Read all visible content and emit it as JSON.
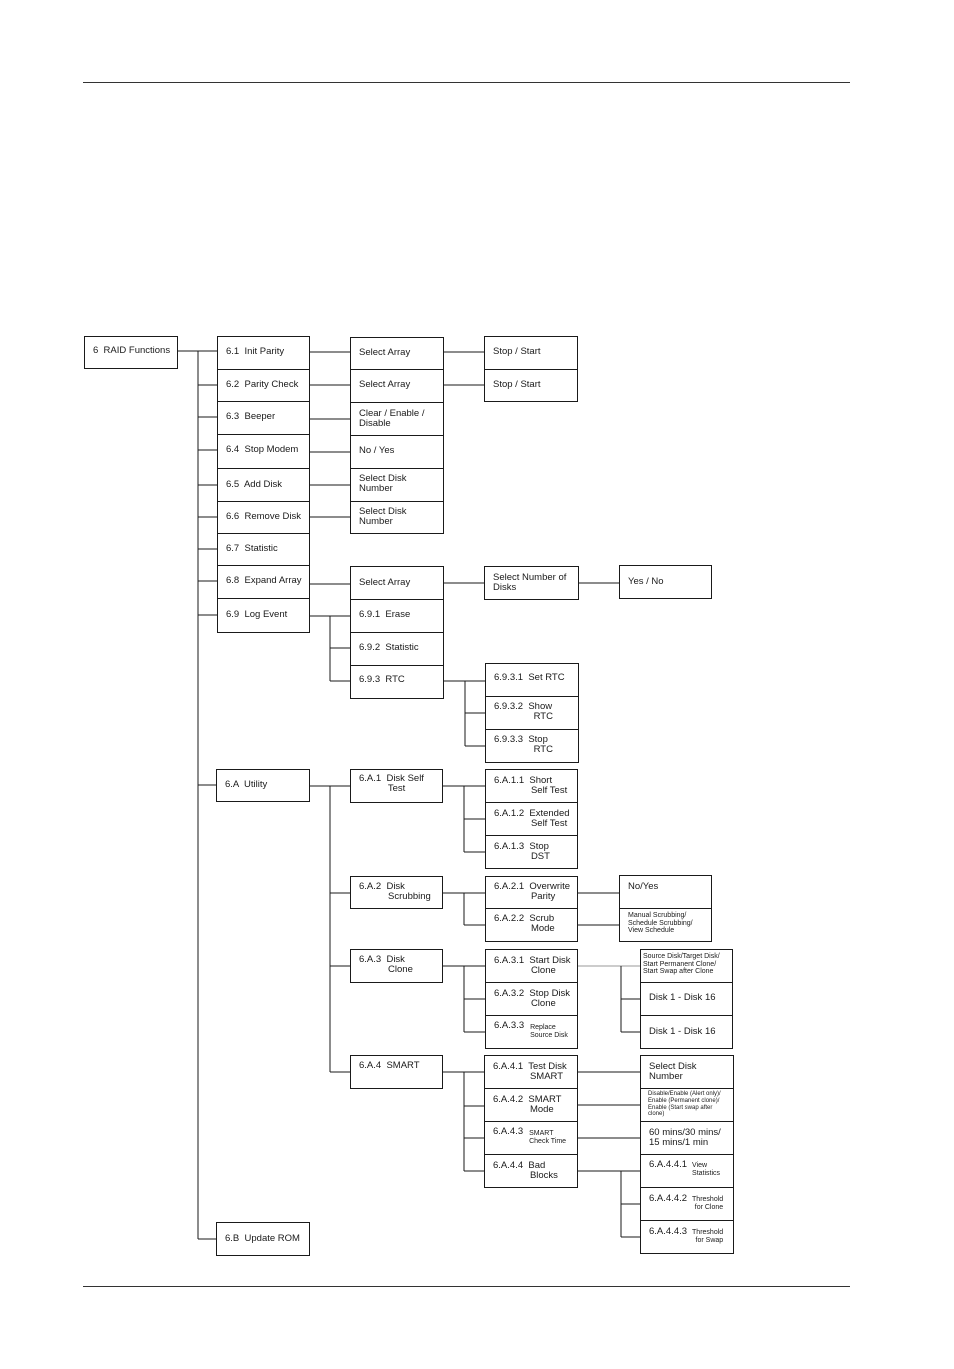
{
  "nodes": {
    "root": "6  RAID Functions",
    "n61": "6.1  Init Parity",
    "n62": "6.2  Parity Check",
    "n63": "6.3  Beeper",
    "n64": "6.4  Stop Modem",
    "n65": "6.5  Add Disk",
    "n66": "6.6  Remove Disk",
    "n67": "6.7  Statistic",
    "n68": "6.8  Expand Array",
    "n69": "6.9  Log Event",
    "n6A": "6.A  Utility",
    "n6B": "6.B  Update ROM",
    "sel_array_1": "Select Array",
    "sel_array_2": "Select Array",
    "clear_enable_l1": "Clear / Enable /",
    "clear_enable_l2": "Disable",
    "no_yes": "No / Yes",
    "sel_disk_1_l1": "Select Disk",
    "sel_disk_1_l2": "Number",
    "sel_disk_2_l1": "Select Disk",
    "sel_disk_2_l2": "Number",
    "stop_start_1": "Stop / Start",
    "stop_start_2": "Stop / Start",
    "sel_array_3": "Select Array",
    "sel_num_disks_l1": "Select Number of",
    "sel_num_disks_l2": "Disks",
    "yes_no": "Yes / No",
    "n691": "6.9.1  Erase",
    "n692": "6.9.2  Statistic",
    "n693": "6.9.3  RTC",
    "n6931": "6.9.3.1  Set RTC",
    "n6932_l1": "6.9.3.2  Show",
    "n6932_l2": "               RTC",
    "n6933_l1": "6.9.3.3  Stop",
    "n6933_l2": "               RTC",
    "n6A1_l1": "6.A.1  Disk Self",
    "n6A1_l2": "           Test",
    "n6A11_l1": "6.A.1.1  Short",
    "n6A11_l2": "              Self Test",
    "n6A12_l1": "6.A.1.2  Extended",
    "n6A12_l2": "              Self Test",
    "n6A13_l1": "6.A.1.3  Stop",
    "n6A13_l2": "              DST",
    "n6A2_l1": "6.A.2  Disk",
    "n6A2_l2": "           Scrubbing",
    "n6A21_l1": "6.A.2.1  Overwrite",
    "n6A21_l2": "              Parity",
    "n6A22_l1": "6.A.2.2  Scrub",
    "n6A22_l2": "              Mode",
    "no_yes_2": "No/Yes",
    "scrub_opts_l1": "Manual Scrubbing/",
    "scrub_opts_l2": "Schedule Scrubbing/",
    "scrub_opts_l3": "View Schedule",
    "n6A3_l1": "6.A.3  Disk",
    "n6A3_l2": "           Clone",
    "n6A31_l1": "6.A.3.1  Start Disk",
    "n6A31_l2": "              Clone",
    "n6A32_l1": "6.A.3.2  Stop Disk",
    "n6A32_l2": "              Clone",
    "n6A33_main": "6.A.3.3",
    "n6A33_sub_l1": "Replace",
    "n6A33_sub_l2": "Source Disk",
    "clone_opts_l1": "Source Disk/Target Disk/",
    "clone_opts_l2": "Start Permanent Clone/",
    "clone_opts_l3": "Start Swap after Clone",
    "disk_range_1": "Disk 1 - Disk 16",
    "disk_range_2": "Disk 1 - Disk 16",
    "n6A4": "6.A.4  SMART",
    "n6A41_l1": "6.A.4.1  Test Disk",
    "n6A41_l2": "              SMART",
    "n6A42_l1": "6.A.4.2  SMART",
    "n6A42_l2": "              Mode",
    "n6A43_main": "6.A.4.3",
    "n6A43_sub_l1": "SMART",
    "n6A43_sub_l2": "Check Time",
    "n6A44_l1": "6.A.4.4  Bad",
    "n6A44_l2": "              Blocks",
    "smart_sel_disk_l1": "Select Disk",
    "smart_sel_disk_l2": "Number",
    "smart_mode_l1": "Disable/Enable (Alert only)/",
    "smart_mode_l2": "Enable (Permanent clone)/",
    "smart_mode_l3": "Enable (Start swap after",
    "smart_mode_l4": "clone)",
    "check_time_l1": "60 mins/30 mins/",
    "check_time_l2": "15 mins/1 min",
    "n6A441_main": "6.A.4.4.1",
    "n6A441_sub_l1": "View",
    "n6A441_sub_l2": "Statistics",
    "n6A442_main": "6.A.4.4.2",
    "n6A442_sub_l1": "Threshold",
    "n6A442_sub_l2": "for Clone",
    "n6A443_main": "6.A.4.4.3",
    "n6A443_sub_l1": "Threshold",
    "n6A443_sub_l2": "for Swap"
  }
}
